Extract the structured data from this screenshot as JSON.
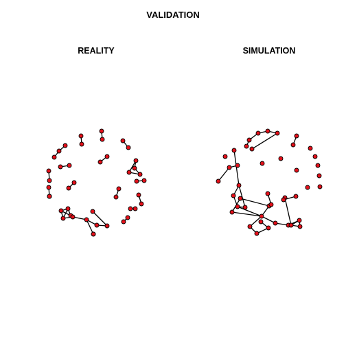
{
  "figure": {
    "main_title": "VALIDATION",
    "node_color": "#e3101a",
    "edge_color": "#000000",
    "background": "#ffffff"
  },
  "panels": [
    {
      "id": "reality",
      "title": "REALITY",
      "nodes": [
        "r1",
        "r2",
        "r3",
        "r4",
        "r5",
        "r6",
        "r7",
        "r8",
        "r9",
        "r10",
        "r11",
        "r12",
        "r13",
        "r14",
        "r15",
        "r16",
        "r17",
        "r18",
        "r19",
        "r20",
        "r21",
        "r22",
        "r23",
        "r24",
        "r25",
        "r26",
        "r27",
        "r28",
        "r29",
        "r30",
        "r31",
        "r32",
        "r33",
        "r34",
        "r35",
        "r36",
        "r37",
        "r38",
        "r39",
        "r40",
        "r41",
        "r42",
        "r43",
        "r44",
        "r45",
        "r46"
      ],
      "edges": [
        [
          "r1",
          "r2"
        ],
        [
          "r3",
          "r4"
        ],
        [
          "r5",
          "r6"
        ],
        [
          "r7",
          "r8"
        ],
        [
          "r8",
          "r9"
        ],
        [
          "r10",
          "r11"
        ],
        [
          "r12",
          "r13"
        ],
        [
          "r14",
          "r15"
        ],
        [
          "r16",
          "r17"
        ],
        [
          "r18",
          "r19"
        ],
        [
          "r19",
          "r20"
        ],
        [
          "r20",
          "r21"
        ],
        [
          "r21",
          "r18"
        ],
        [
          "r22",
          "r23"
        ],
        [
          "r24",
          "r25"
        ],
        [
          "r26",
          "r27"
        ],
        [
          "r27",
          "r28"
        ],
        [
          "r28",
          "r29"
        ],
        [
          "r30",
          "r31"
        ],
        [
          "r32",
          "r33"
        ],
        [
          "r34",
          "r35"
        ],
        [
          "r36",
          "r37"
        ],
        [
          "r37",
          "r38"
        ],
        [
          "r38",
          "r36"
        ],
        [
          "r37",
          "r39"
        ],
        [
          "r38",
          "r40"
        ],
        [
          "r36",
          "r39"
        ],
        [
          "r39",
          "r40"
        ],
        [
          "r40",
          "r41"
        ],
        [
          "r41",
          "r42"
        ],
        [
          "r42",
          "r43"
        ],
        [
          "r43",
          "r44"
        ],
        [
          "r41",
          "r45"
        ],
        [
          "r45",
          "r46"
        ]
      ]
    },
    {
      "id": "simulation",
      "title": "SIMULATION",
      "nodes": [
        "s1",
        "s2",
        "s3",
        "s4",
        "s5",
        "s6",
        "s7",
        "s8",
        "s9",
        "s10",
        "s11",
        "s12",
        "s13",
        "s14",
        "s15",
        "s16",
        "s17",
        "s18",
        "s19",
        "s20",
        "s21",
        "s22",
        "s23",
        "s24",
        "s25",
        "s26",
        "s27",
        "s28",
        "s29",
        "s30",
        "s31",
        "s32",
        "s33",
        "s34",
        "s35",
        "s36",
        "s37",
        "s38",
        "s39",
        "s40",
        "s41",
        "s42",
        "s43",
        "s44"
      ],
      "edges": [
        [
          "s1",
          "s2"
        ],
        [
          "s2",
          "s3"
        ],
        [
          "s3",
          "s4"
        ],
        [
          "s4",
          "s5"
        ],
        [
          "s5",
          "s6"
        ],
        [
          "s7",
          "s8"
        ],
        [
          "s9",
          "s10"
        ],
        [
          "s10",
          "s11"
        ],
        [
          "s12",
          "s13"
        ],
        [
          "s13",
          "s14"
        ],
        [
          "s14",
          "s15"
        ],
        [
          "s15",
          "s16"
        ],
        [
          "s16",
          "s13"
        ],
        [
          "s15",
          "s17"
        ],
        [
          "s17",
          "s18"
        ],
        [
          "s18",
          "s19"
        ],
        [
          "s19",
          "s20"
        ],
        [
          "s20",
          "s21"
        ],
        [
          "s17",
          "s22"
        ],
        [
          "s22",
          "s23"
        ],
        [
          "s23",
          "s24"
        ],
        [
          "s24",
          "s17"
        ],
        [
          "s17",
          "s25"
        ],
        [
          "s25",
          "s26"
        ],
        [
          "s26",
          "s27"
        ],
        [
          "s27",
          "s28"
        ],
        [
          "s28",
          "s29"
        ],
        [
          "s29",
          "s27"
        ],
        [
          "s29",
          "s30"
        ],
        [
          "s31",
          "s32"
        ],
        [
          "s33",
          "s34"
        ]
      ]
    }
  ]
}
